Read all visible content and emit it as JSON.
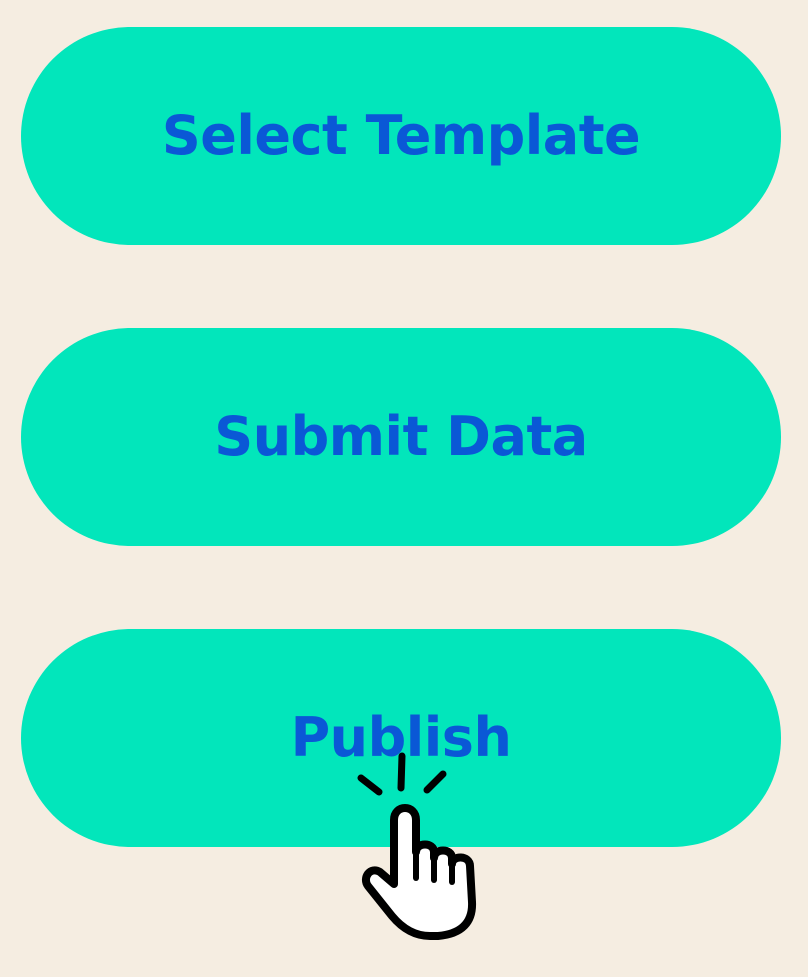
{
  "buttons": [
    {
      "label": "Select Template"
    },
    {
      "label": "Submit Data"
    },
    {
      "label": "Publish"
    }
  ],
  "colors": {
    "background": "#f5ede1",
    "button_fill": "#02e6bb",
    "button_text": "#0a58d6",
    "cursor_outline": "#000000",
    "cursor_fill": "#ffffff"
  },
  "cursor": {
    "icon": "pointing-hand-click-icon",
    "target": "Publish"
  }
}
